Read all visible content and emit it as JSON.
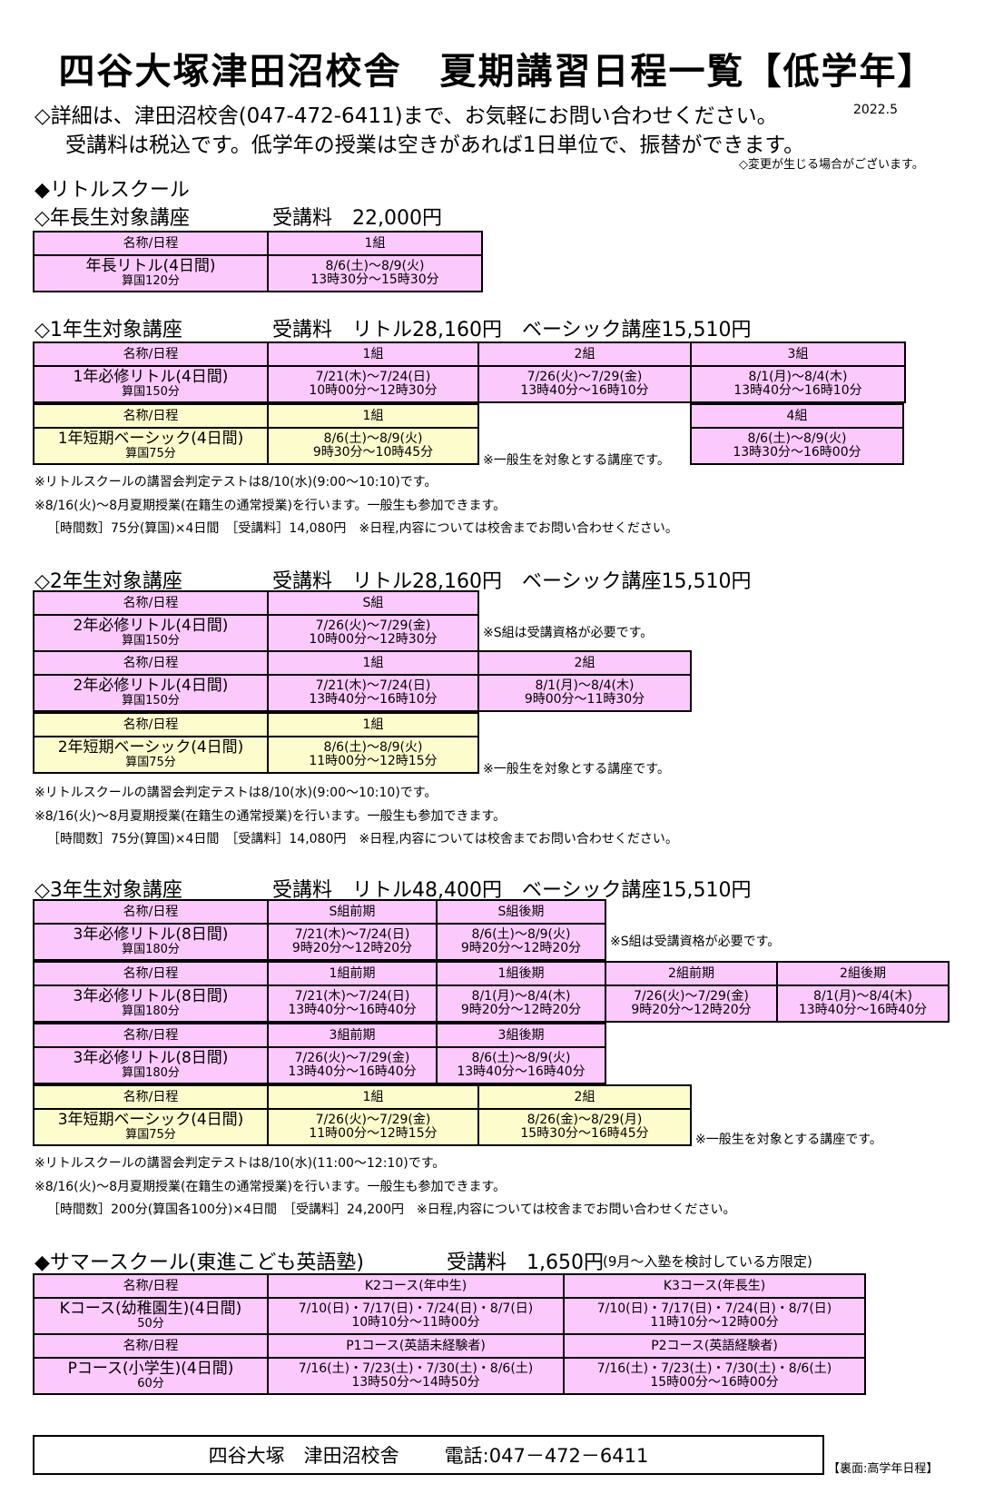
{
  "title": "四谷大塚津田沼校舎　夏期講習日程一覧【低学年】",
  "intro_line1": "◇詳細は、津田沼校舎(047-472-6411)まで、お気軽にお問い合わせください。",
  "date": "2022.5",
  "intro_line2": "受講料は税込です。低学年の授業は空きがあれば1日単位で、振替ができます。",
  "change_note": "◇変更が生じる場合がございます。",
  "little_school": "◆リトルスクール",
  "nencho": {
    "heading": "◇年長生対象講座",
    "fee": "受講料　22,000円",
    "t1": {
      "h0": "名称/日程",
      "h1": "1組",
      "name": "年長リトル(4日間)",
      "sub": "算国120分",
      "d1": "8/6(土)～8/9(火)",
      "t1": "13時30分～15時30分"
    }
  },
  "g1": {
    "heading": "◇1年生対象講座",
    "fee": "受講料　リトル28,160円　ベーシック講座15,510円",
    "t1": {
      "h0": "名称/日程",
      "h1": "1組",
      "h2": "2組",
      "h3": "3組",
      "name": "1年必修リトル(4日間)",
      "sub": "算国150分",
      "d1": "7/21(木)～7/24(日)",
      "t1": "10時00分～12時30分",
      "d2": "7/26(火)～7/29(金)",
      "t2": "13時40分～16時10分",
      "d3": "8/1(月)～8/4(木)",
      "t3": "13時40分～16時10分"
    },
    "t2": {
      "h0": "名称/日程",
      "h1": "1組",
      "name": "1年短期ベーシック(4日間)",
      "sub": "算国75分",
      "d1": "8/6(土)～8/9(火)",
      "t1": "9時30分～10時45分"
    },
    "t3": {
      "h1": "4組",
      "d1": "8/6(土)～8/9(火)",
      "t1": "13時30分～16時00分"
    },
    "side_note": "※一般生を対象とする講座です。",
    "note1": "※リトルスクールの講習会判定テストは8/10(水)(9:00～10:10)です。",
    "note2": "※8/16(火)～8月夏期授業(在籍生の通常授業)を行います。一般生も参加できます。",
    "note3": "［時間数］75分(算国)×4日間　［受講料］14,080円　※日程,内容については校舎までお問い合わせください。"
  },
  "g2": {
    "heading": "◇2年生対象講座",
    "fee": "受講料　リトル28,160円　ベーシック講座15,510円",
    "t1": {
      "h0": "名称/日程",
      "h1": "S組",
      "name": "2年必修リトル(4日間)",
      "sub": "算国150分",
      "d1": "7/26(火)～7/29(金)",
      "t1": "10時00分～12時30分"
    },
    "s_note": "※S組は受講資格が必要です。",
    "t2": {
      "h0": "名称/日程",
      "h1": "1組",
      "h2": "2組",
      "name": "2年必修リトル(4日間)",
      "sub": "算国150分",
      "d1": "7/21(木)～7/24(日)",
      "t1": "13時40分～16時10分",
      "d2": "8/1(月)～8/4(木)",
      "t2": "9時00分～11時30分"
    },
    "t3": {
      "h0": "名称/日程",
      "h1": "1組",
      "name": "2年短期ベーシック(4日間)",
      "sub": "算国75分",
      "d1": "8/6(土)～8/9(火)",
      "t1": "11時00分～12時15分"
    },
    "side_note": "※一般生を対象とする講座です。",
    "note1": "※リトルスクールの講習会判定テストは8/10(水)(9:00～10:10)です。",
    "note2": "※8/16(火)～8月夏期授業(在籍生の通常授業)を行います。一般生も参加できます。",
    "note3": "［時間数］75分(算国)×4日間　［受講料］14,080円　※日程,内容については校舎までお問い合わせください。"
  },
  "g3": {
    "heading": "◇3年生対象講座",
    "fee": "受講料　リトル48,400円　ベーシック講座15,510円",
    "t1": {
      "h0": "名称/日程",
      "h1": "S組前期",
      "h2": "S組後期",
      "name": "3年必修リトル(8日間)",
      "sub": "算国180分",
      "d1": "7/21(木)～7/24(日)",
      "t1": "9時20分～12時20分",
      "d2": "8/6(土)～8/9(火)",
      "t2": "9時20分～12時20分"
    },
    "s_note": "※S組は受講資格が必要です。",
    "t2": {
      "h0": "名称/日程",
      "h1": "1組前期",
      "h2": "1組後期",
      "h3": "2組前期",
      "h4": "2組後期",
      "name": "3年必修リトル(8日間)",
      "sub": "算国180分",
      "d1": "7/21(木)～7/24(日)",
      "t1": "13時40分～16時40分",
      "d2": "8/1(月)～8/4(木)",
      "t2": "9時20分～12時20分",
      "d3": "7/26(火)～7/29(金)",
      "t3": "9時20分～12時20分",
      "d4": "8/1(月)～8/4(木)",
      "t4": "13時40分～16時40分"
    },
    "t3": {
      "h0": "名称/日程",
      "h1": "3組前期",
      "h2": "3組後期",
      "name": "3年必修リトル(8日間)",
      "sub": "算国180分",
      "d1": "7/26(火)～7/29(金)",
      "t1": "13時40分～16時40分",
      "d2": "8/6(土)～8/9(火)",
      "t2": "13時40分～16時40分"
    },
    "t4": {
      "h0": "名称/日程",
      "h1": "1組",
      "h2": "2組",
      "name": "3年短期ベーシック(4日間)",
      "sub": "算国75分",
      "d1": "7/26(火)～7/29(金)",
      "t1": "11時00分～12時15分",
      "d2": "8/26(金)～8/29(月)",
      "t2": "15時30分～16時45分"
    },
    "side_note": "※一般生を対象とする講座です。",
    "note1": "※リトルスクールの講習会判定テストは8/10(水)(11:00～12:10)です。",
    "note2": "※8/16(火)～8月夏期授業(在籍生の通常授業)を行います。一般生も参加できます。",
    "note3": "［時間数］200分(算国各100分)×4日間　［受講料］24,200円　※日程,内容については校舎までお問い合わせください。"
  },
  "summer": {
    "heading": "◆サマースクール(東進こども英語塾)",
    "fee": "受講料　1,650円",
    "fee_note": "(9月～入塾を検討している方限定)",
    "t1": {
      "h0": "名称/日程",
      "h1": "K2コース(年中生)",
      "h2": "K3コース(年長生)",
      "name": "Kコース(幼稚園生)(4日間)",
      "sub": "50分",
      "d1": "7/10(日)・7/17(日)・7/24(日)・8/7(日)",
      "t1": "10時10分～11時00分",
      "d2": "7/10(日)・7/17(日)・7/24(日)・8/7(日)",
      "t2": "11時10分～12時00分"
    },
    "t2": {
      "h0": "名称/日程",
      "h1": "P1コース(英語未経験者)",
      "h2": "P2コース(英語経験者)",
      "name": "Pコース(小学生)(4日間)",
      "sub": "60分",
      "d1": "7/16(土)・7/23(土)・7/30(土)・8/6(土)",
      "t1": "13時50分～14時50分",
      "d2": "7/16(土)・7/23(土)・7/30(土)・8/6(土)",
      "t2": "15時00分～16時00分"
    }
  },
  "footer": {
    "school": "四谷大塚　津田沼校舎",
    "phone": "電話:047－472－6411"
  },
  "back_note": "【裏面:高学年日程】"
}
